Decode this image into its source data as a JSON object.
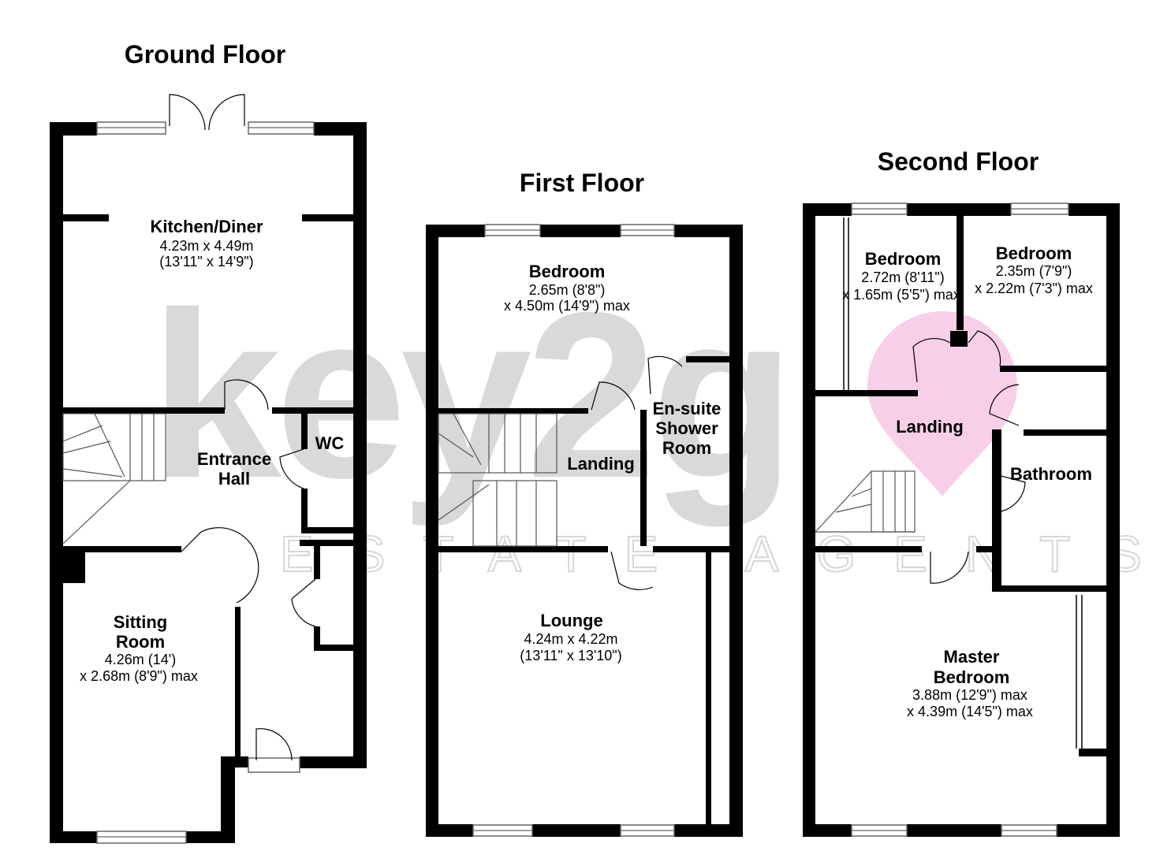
{
  "watermark": {
    "logo": "key2g",
    "tagline": "ESTATE AGENTS",
    "pin_color": "#f7c7e4"
  },
  "floors": [
    {
      "title": "Ground Floor",
      "rooms": [
        {
          "name": "Kitchen/Diner",
          "dims": [
            "4.23m x 4.49m",
            "(13'11\" x 14'9\")"
          ]
        },
        {
          "name": "Entrance Hall",
          "dims": []
        },
        {
          "name": "WC",
          "dims": []
        },
        {
          "name": "Sitting Room",
          "dims": [
            "4.26m (14')",
            "x 2.68m (8'9\") max"
          ]
        }
      ]
    },
    {
      "title": "First Floor",
      "rooms": [
        {
          "name": "Bedroom",
          "dims": [
            "2.65m (8'8\")",
            "x 4.50m (14'9\") max"
          ]
        },
        {
          "name": "En-suite Shower Room",
          "dims": []
        },
        {
          "name": "Landing",
          "dims": []
        },
        {
          "name": "Lounge",
          "dims": [
            "4.24m x 4.22m",
            "(13'11\" x 13'10\")"
          ]
        }
      ]
    },
    {
      "title": "Second Floor",
      "rooms": [
        {
          "name": "Bedroom",
          "dims": [
            "2.72m (8'11\")",
            "x 1.65m (5'5\") max"
          ]
        },
        {
          "name": "Bedroom",
          "dims": [
            "2.35m (7'9\")",
            "x 2.22m (7'3\") max"
          ]
        },
        {
          "name": "Landing",
          "dims": []
        },
        {
          "name": "Bathroom",
          "dims": []
        },
        {
          "name": "Master Bedroom",
          "dims": [
            "3.88m (12'9\") max",
            "x 4.39m (14'5\") max"
          ]
        }
      ]
    }
  ]
}
